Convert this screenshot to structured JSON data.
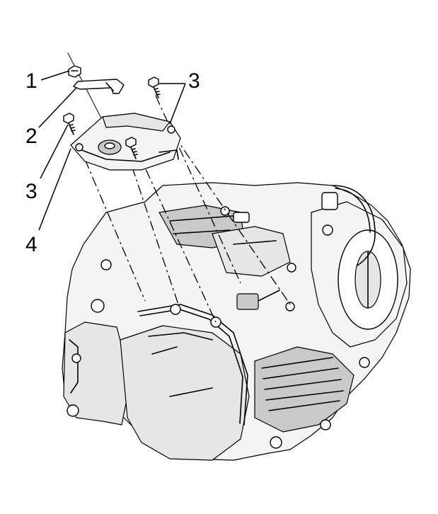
{
  "callouts": [
    {
      "id": "1",
      "text": "1"
    },
    {
      "id": "2",
      "text": "2"
    },
    {
      "id": "3a",
      "text": "3"
    },
    {
      "id": "3b",
      "text": "3"
    },
    {
      "id": "4",
      "text": "4"
    }
  ]
}
